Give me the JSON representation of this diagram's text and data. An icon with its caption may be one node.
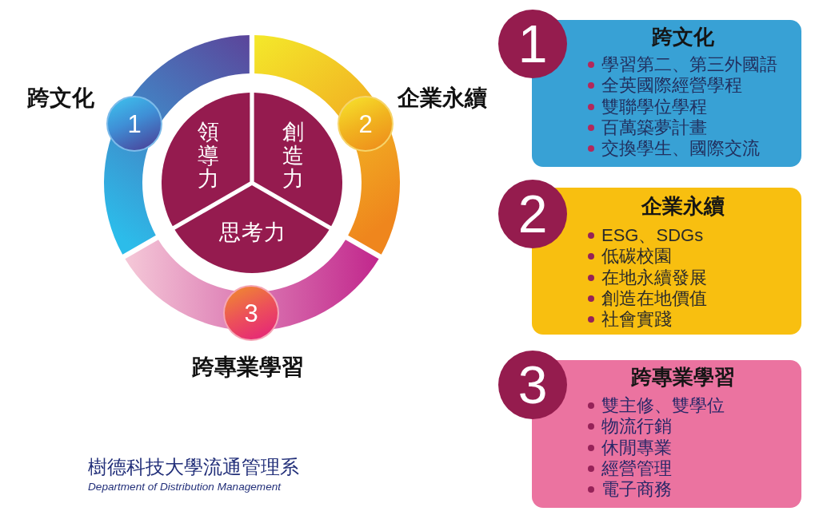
{
  "diagram": {
    "nodes": [
      {
        "text": [
          "1"
        ],
        "beside": [
          "跨文化"
        ]
      },
      {
        "text": [
          "領導力"
        ]
      },
      {
        "text": [
          "創造力"
        ]
      },
      {
        "text": [
          "2"
        ],
        "beside": [
          "企業永續"
        ]
      },
      {
        "text": [
          "思考力"
        ]
      },
      {
        "text": [
          "3"
        ],
        "beside": [
          "跨專業學習"
        ]
      },
      {
        "text": [
          "1"
        ]
      },
      {
        "text": [
          "跨文化",
          "學習第二、第三外國語",
          "全英國際經營學程",
          "雙聯學位學程",
          "百萬築夢計畫",
          "交換學生、國際交流"
        ]
      },
      {
        "text": [
          "2"
        ]
      },
      {
        "text": [
          "企業永續",
          "ESG、SDGs",
          "低碳校園",
          "在地永續發展",
          "創造在地價值",
          "社會實踐"
        ]
      },
      {
        "text": [
          "3"
        ]
      },
      {
        "text": [
          "跨專業學習",
          "雙主修、雙學位",
          "物流行銷",
          "休閒專業",
          "經營管理",
          "電子商務"
        ]
      }
    ],
    "labels": [
      "樹德科技大學流通管理系",
      "Department of Distribution Management"
    ]
  }
}
